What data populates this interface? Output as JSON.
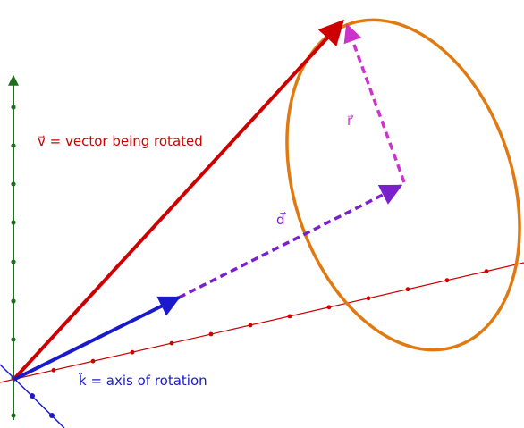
{
  "labels": {
    "v": "v⃗ = vector being rotated",
    "d": "d⃗",
    "r": "r⃗",
    "k": "k̂ = axis of rotation"
  },
  "colors": {
    "v": "#cc0000",
    "k": "#1a1acc",
    "d": "#7a1fcc",
    "r": "#cc33cc",
    "circle": "#e07a10",
    "z_axis": "#1e6e1e",
    "x_axis": "#cc0000",
    "y_axis": "#1a1acc"
  }
}
